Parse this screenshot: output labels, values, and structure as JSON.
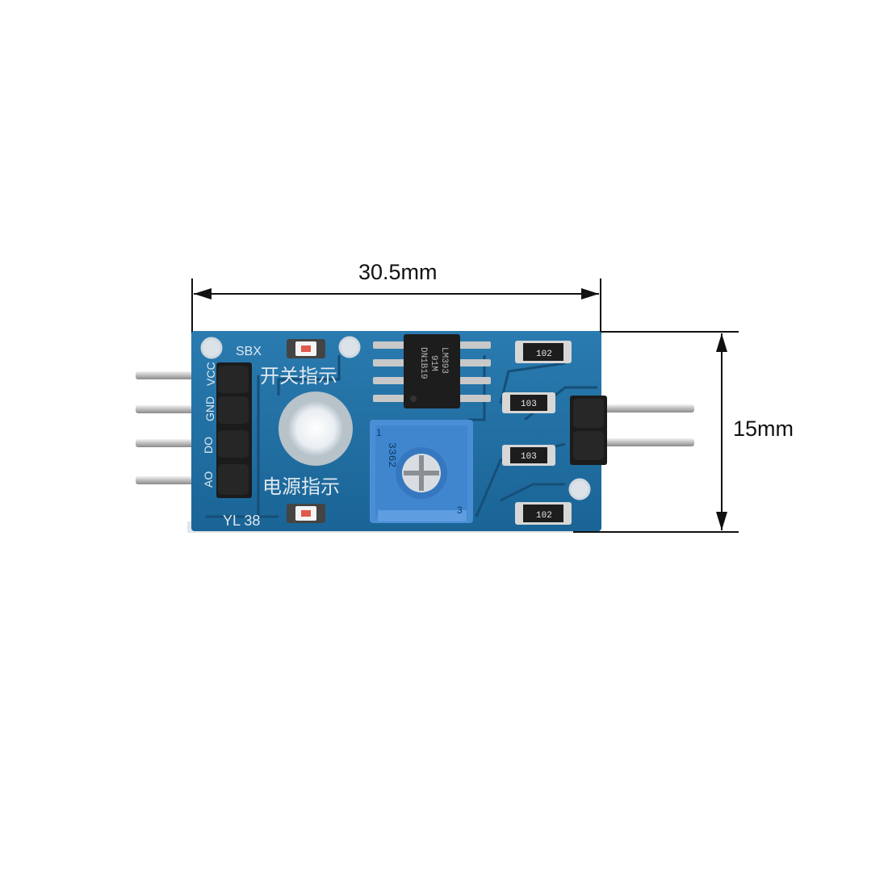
{
  "dimensions": {
    "width_label": "30.5mm",
    "height_label": "15mm"
  },
  "board": {
    "model_label": "YL 38",
    "silkscreen_top": "SBX",
    "switch_indicator_label": "开关指示",
    "power_indicator_label": "电源指示",
    "left_pin_labels": [
      "VCC",
      "GND",
      "DO",
      "AO"
    ],
    "chip_marking_lines": [
      "LM393",
      "91M",
      "DN1B19"
    ],
    "potentiometer_marking": "3362",
    "pot_pin_1": "1",
    "pot_pin_3": "3",
    "resistor_top": "102",
    "resistor_mid_1": "103",
    "resistor_mid_2": "103",
    "resistor_bottom": "102"
  },
  "colors": {
    "pcb": "#1f6fa3",
    "pcb_dark": "#155a88",
    "header_black": "#1b1b1b",
    "pin_silver": "#c9c9c9",
    "pot_blue": "#3f86cf",
    "dimension_line": "#111111"
  }
}
